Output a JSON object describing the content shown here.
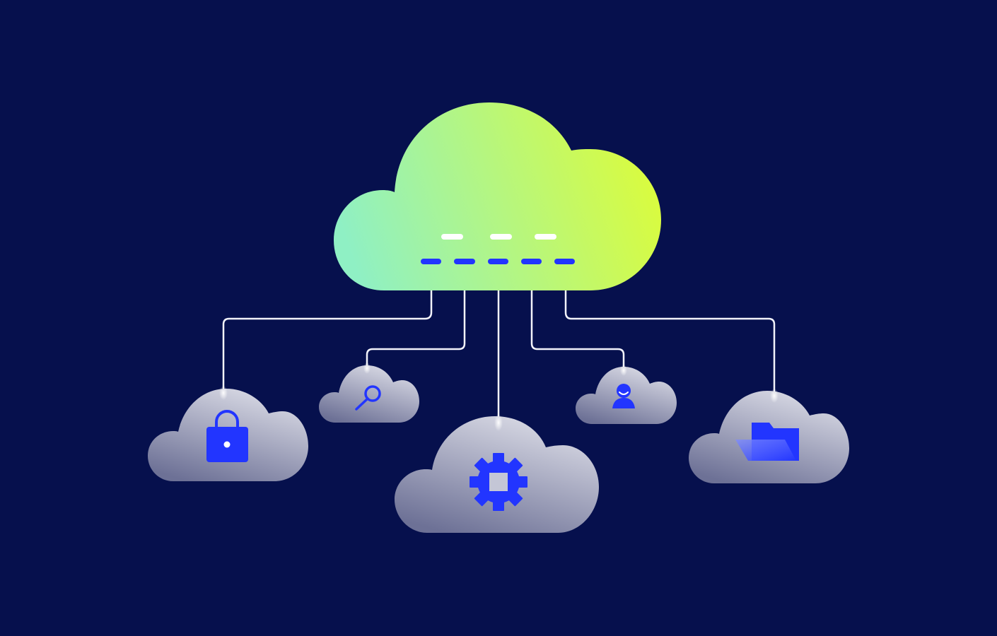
{
  "colors": {
    "background": "#06104d",
    "main_cloud_gradient_start": "#8ff0c4",
    "main_cloud_gradient_end": "#dcfc3a",
    "small_cloud_top": "#dcdde7",
    "small_cloud_bottom": "#6d7196",
    "accent_blue": "#2235ff",
    "connector_line": "#f2f3fa",
    "port_white": "#ffffff"
  },
  "diagram": {
    "hub": {
      "name": "main-cloud",
      "icon": "cloud-icon"
    },
    "nodes": [
      {
        "name": "security-cloud",
        "icon": "lock-icon"
      },
      {
        "name": "search-cloud",
        "icon": "search-icon"
      },
      {
        "name": "settings-cloud",
        "icon": "gear-icon"
      },
      {
        "name": "user-cloud",
        "icon": "user-icon"
      },
      {
        "name": "folder-cloud",
        "icon": "folder-icon"
      }
    ],
    "connections": [
      {
        "from": "main-cloud",
        "to": "security-cloud"
      },
      {
        "from": "main-cloud",
        "to": "search-cloud"
      },
      {
        "from": "main-cloud",
        "to": "settings-cloud"
      },
      {
        "from": "main-cloud",
        "to": "user-cloud"
      },
      {
        "from": "main-cloud",
        "to": "folder-cloud"
      }
    ]
  }
}
